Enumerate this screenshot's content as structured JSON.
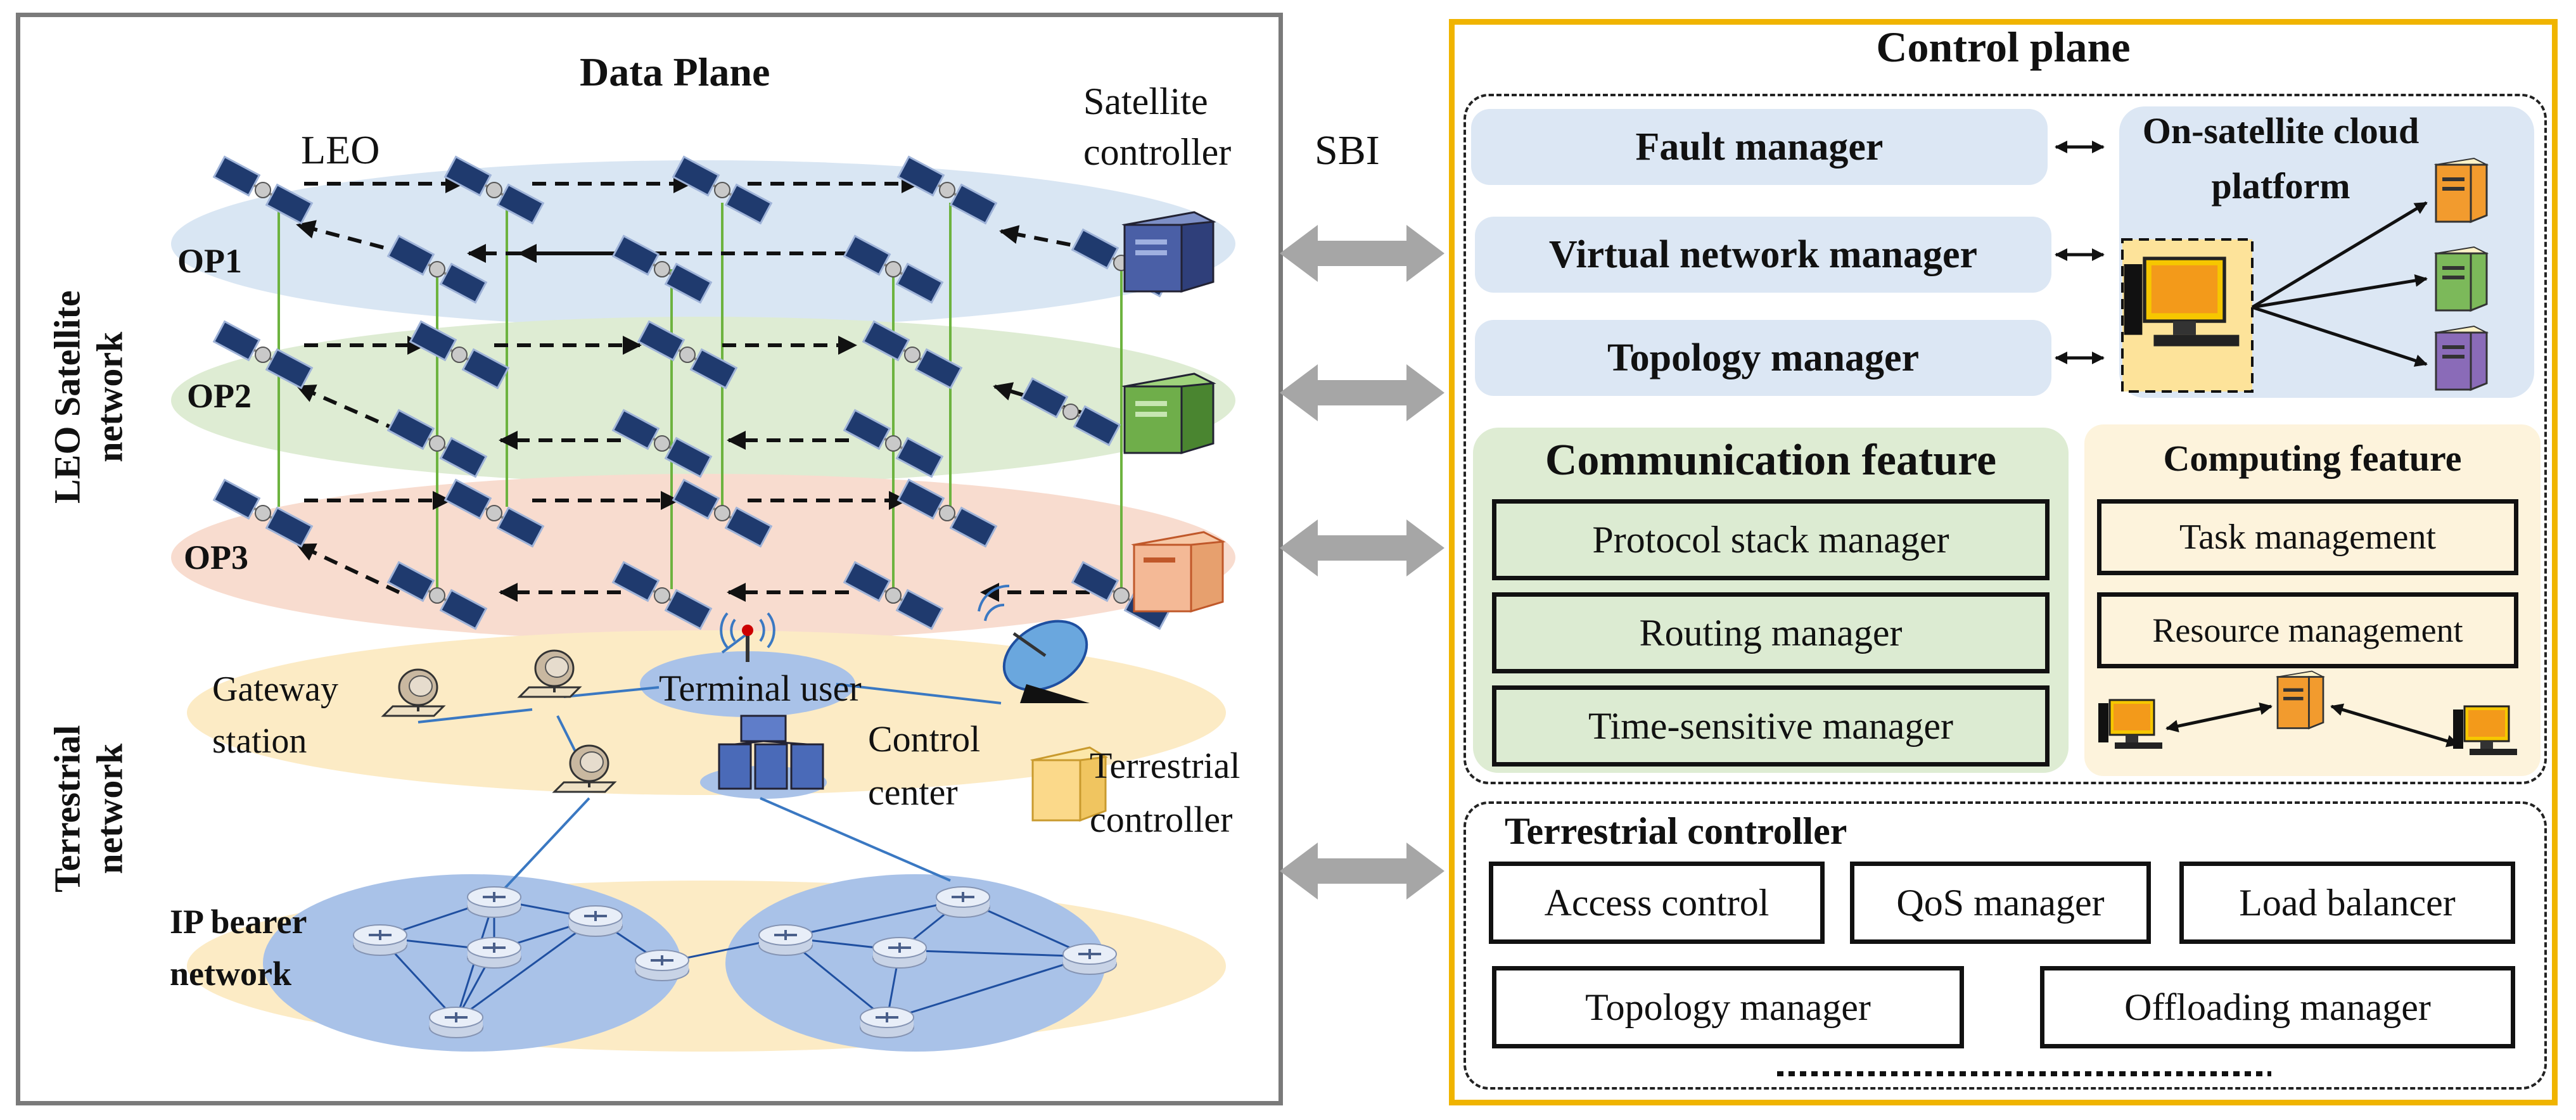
{
  "data_plane": {
    "title": "Data Plane",
    "leo_label": "LEO",
    "satellite_controller": [
      "Satellite",
      "controller"
    ],
    "side_label_satellite": [
      "LEO Satellite",
      "network"
    ],
    "side_label_terrestrial": [
      "Terrestrial",
      "network"
    ],
    "orbit_planes": [
      "OP1",
      "OP2",
      "OP3"
    ],
    "gateway_station": [
      "Gateway",
      "station"
    ],
    "terminal_user": "Terminal user",
    "control_center": [
      "Control",
      "center"
    ],
    "terrestrial_controller": [
      "Terrestrial",
      "controller"
    ],
    "ip_bearer_network": [
      "IP bearer",
      "network"
    ]
  },
  "sbi_label": "SBI",
  "control_plane": {
    "title": "Control plane",
    "managers": [
      "Fault manager",
      "Virtual network manager",
      "Topology manager"
    ],
    "cloud_platform": [
      "On-satellite cloud",
      "platform"
    ],
    "communication_feature": {
      "title": "Communication feature",
      "items": [
        "Protocol stack manager",
        "Routing manager",
        "Time-sensitive manager"
      ]
    },
    "computing_feature": {
      "title": "Computing feature",
      "items": [
        "Task management",
        "Resource management"
      ]
    },
    "terrestrial_controller": {
      "title": "Terrestrial controller",
      "row1": [
        "Access control",
        "QoS manager",
        "Load balancer"
      ],
      "row2": [
        "Topology manager",
        "Offloading manager"
      ]
    }
  },
  "colors": {
    "op1": "#d9e6f3",
    "op2": "#deecd3",
    "op3": "#f8dccf",
    "terrestrial": "#fcebc5",
    "accent_frame": "#f0b400",
    "data_frame": "#7a7a7a",
    "server_blue": "#4a5fa6",
    "server_green": "#6fae4a",
    "server_orange": "#e7a06e",
    "server_purple": "#8a6bb8"
  }
}
